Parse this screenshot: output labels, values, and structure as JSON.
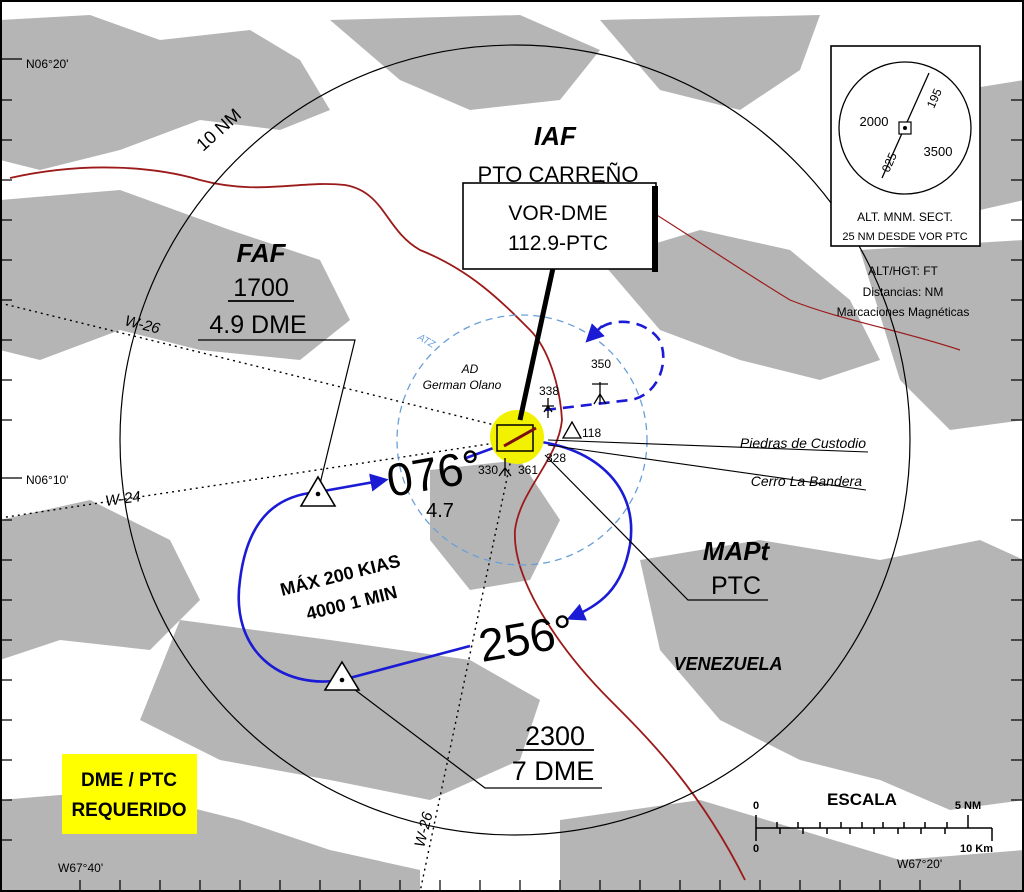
{
  "coords": {
    "lat_upper": "N06°20'",
    "lat_lower": "N06°10'",
    "lon_left": "W67°40'",
    "lon_right": "W67°20'"
  },
  "range_ring": {
    "label": "10 NM"
  },
  "iaf": {
    "title": "IAF",
    "name": "PTO CARREÑO",
    "facility": "VOR-DME",
    "frequency_ident": "112.9-PTC"
  },
  "faf": {
    "title": "FAF",
    "altitude": "1700",
    "distance": "4.9 DME"
  },
  "mapt": {
    "title": "MAPt",
    "ident": "PTC"
  },
  "holding": {
    "inbound_course": "076°",
    "inbound_distance": "4.7",
    "outbound_course": "256°",
    "speed_limit": "MÁX 200 KIAS",
    "altitude_time": "4000 1 MIN"
  },
  "outbound_fix": {
    "altitude": "2300",
    "distance": "7 DME"
  },
  "airways": {
    "upper_left": "W-26",
    "left": "W-24",
    "lower": "W-26"
  },
  "aerodrome": {
    "prefix": "AD",
    "name": "German Olano",
    "atz_label": "ATZ"
  },
  "obstacles": [
    {
      "elevation": "350"
    },
    {
      "elevation": "338"
    },
    {
      "elevation": "118"
    },
    {
      "elevation": "328"
    },
    {
      "elevation": "330"
    },
    {
      "elevation": "361"
    }
  ],
  "features": {
    "feature_1": "Piedras de Custodio",
    "feature_2": "Cerro La Bandera"
  },
  "country": "VENEZUELA",
  "msa": {
    "alt_west": "2000",
    "alt_east": "3500",
    "bearing_ne": "195",
    "bearing_sw": "025",
    "caption_line1": "ALT. MNM. SECT.",
    "caption_line2": "25 NM DESDE VOR PTC"
  },
  "units": {
    "line1": "ALT/HGT: FT",
    "line2": "Distancias: NM",
    "line3": "Marcaciones Magnéticas"
  },
  "dme_required": {
    "line1": "DME / PTC",
    "line2": "REQUERIDO"
  },
  "scale": {
    "title": "ESCALA",
    "nm_zero": "0",
    "nm_label": "5 NM",
    "km_zero": "0",
    "km_label": "10 Km"
  },
  "colors": {
    "terrain": "#b5b5b5",
    "route_blue": "#1b1bd6",
    "atz_blue": "#6a9fd8",
    "river_red": "#9c1a1a",
    "vor_yellow": "#f2f200",
    "dme_box_yellow": "#ffff00"
  }
}
